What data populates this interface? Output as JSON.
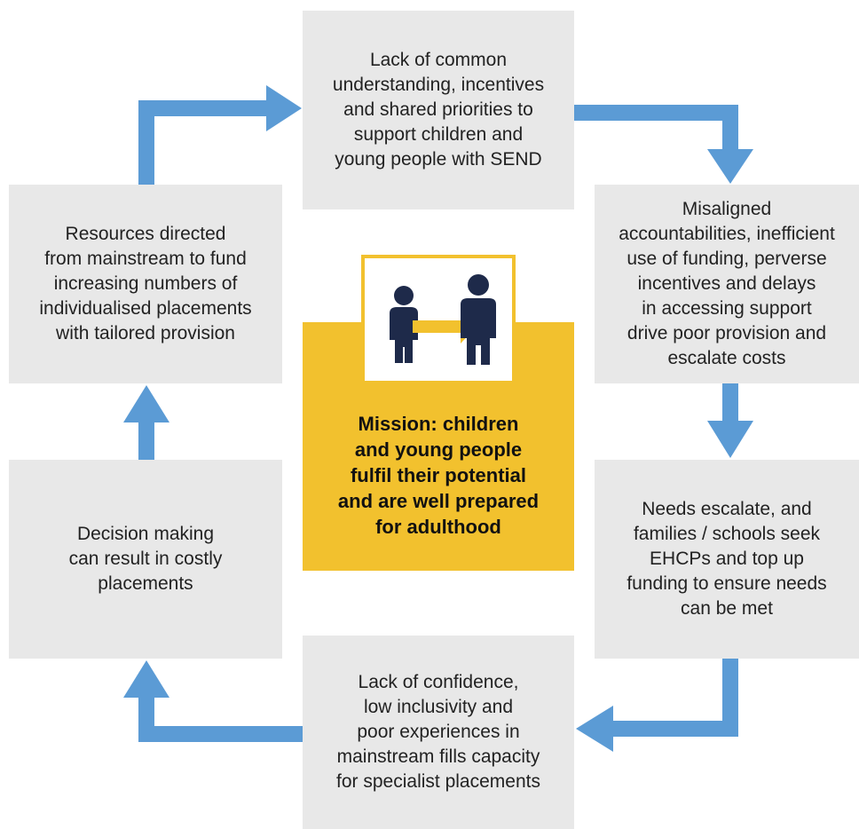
{
  "boxes": {
    "top": "Lack of common\nunderstanding, incentives\nand shared priorities to\nsupport children and\nyoung people with SEND",
    "right1": "Misaligned\naccountabilities, inefficient\nuse of funding, perverse\nincentives and delays\nin accessing support\ndrive poor provision and\nescalate costs",
    "right2": "Needs escalate, and\nfamilies / schools seek\nEHCPs and top up\nfunding to ensure needs\ncan be met",
    "bottom": "Lack of confidence,\nlow inclusivity and\npoor experiences in\nmainstream fills capacity\nfor specialist placements",
    "left2": "Decision making\ncan result in costly\nplacements",
    "left1": "Resources directed\nfrom mainstream to fund\nincreasing numbers of\nindividualised placements\nwith tailored provision"
  },
  "mission": {
    "text": "Mission: children\nand young people\nfulfil their potential\nand are well prepared\nfor adulthood",
    "icon": "people-exchange-icon"
  },
  "colors": {
    "arrow": "#5b9bd5",
    "box": "#e8e8e8",
    "mission": "#f2c12e",
    "figure": "#1e2a4a"
  }
}
